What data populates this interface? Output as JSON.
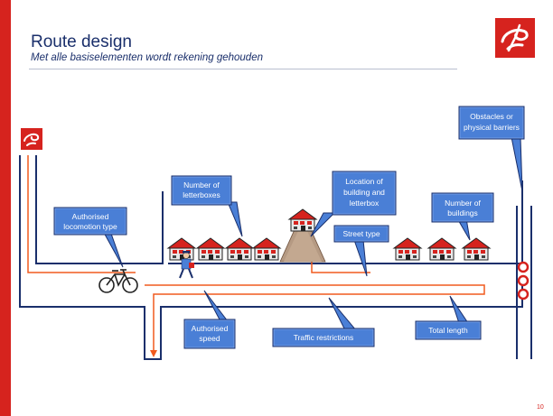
{
  "slide": {
    "title": "Route design",
    "subtitle": "Met alle basiselementen wordt rekening gehouden",
    "page_number": "10"
  },
  "callouts": {
    "locomotion": [
      "Authorised",
      "locomotion type"
    ],
    "letterboxes": [
      "Number of",
      "letterboxes"
    ],
    "location": [
      "Location of",
      "building and",
      "letterbox"
    ],
    "buildings": [
      "Number of",
      "buildings"
    ],
    "street_type": [
      "Street type"
    ],
    "obstacles": [
      "Obstacles or",
      "physical barriers"
    ],
    "speed": [
      "Authorised",
      "speed"
    ],
    "traffic": [
      "Traffic restrictions"
    ],
    "length": [
      "Total length"
    ]
  },
  "colors": {
    "brand_red": "#d6231e",
    "callout_blue": "#4a7fd6",
    "road_navy": "#1a2f6b",
    "route_orange": "#f05a1e"
  },
  "icons": {
    "logo": "post-horn-logo",
    "vehicle": "bicycle-icon",
    "person": "postman-icon",
    "house": "house-icon",
    "barrier": "barrier-posts-icon"
  }
}
